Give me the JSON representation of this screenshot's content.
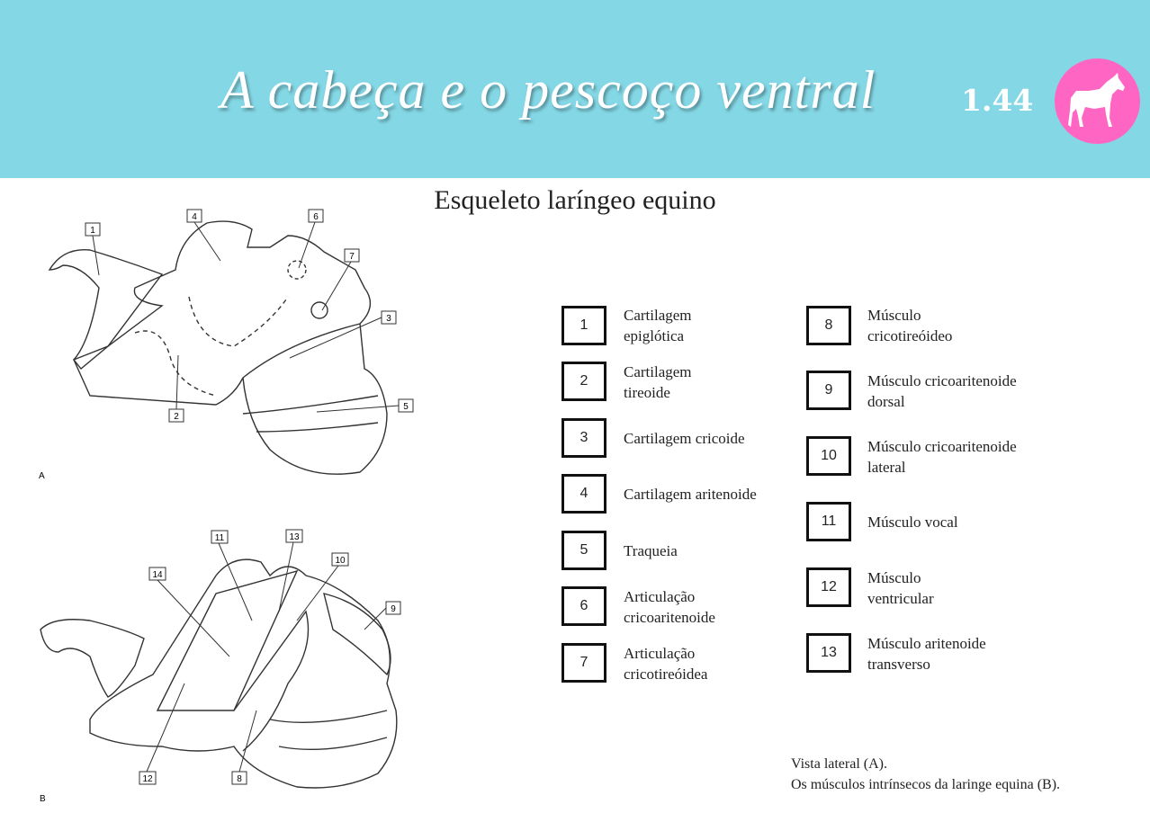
{
  "header": {
    "title": "A cabeça e o pescoço ventral",
    "page_number": "1.44",
    "icon": "horse-icon",
    "background_color": "#84d7e5",
    "badge_color": "#ff66c4"
  },
  "subtitle": "Esqueleto laríngeo equino",
  "figures": {
    "a": {
      "letter": "A",
      "labels": [
        "1",
        "2",
        "3",
        "4",
        "5",
        "6",
        "7"
      ]
    },
    "b": {
      "letter": "B",
      "labels": [
        "8",
        "9",
        "10",
        "11",
        "12",
        "13",
        "14"
      ]
    }
  },
  "legend": [
    {
      "number": "1",
      "text": "Cartilagem epiglótica"
    },
    {
      "number": "2",
      "text": "Cartilagem tireoide"
    },
    {
      "number": "3",
      "text": "Cartilagem cricoide"
    },
    {
      "number": "4",
      "text": "Cartilagem aritenoide"
    },
    {
      "number": "5",
      "text": "Traqueia"
    },
    {
      "number": "6",
      "text": "Articulação cricoaritenoide"
    },
    {
      "number": "7",
      "text": "Articulação cricotireóidea"
    },
    {
      "number": "8",
      "text": "Músculo cricotireóideo"
    },
    {
      "number": "9",
      "text": "Músculo cricoaritenoide dorsal"
    },
    {
      "number": "10",
      "text": "Músculo cricoaritenoide lateral"
    },
    {
      "number": "11",
      "text": "Músculo vocal"
    },
    {
      "number": "12",
      "text": "Músculo ventricular"
    },
    {
      "number": "13",
      "text": "Músculo aritenoide transverso"
    }
  ],
  "caption": {
    "line1": "Vista lateral (A).",
    "line2": "Os músculos intrínsecos da laringe equina (B)."
  }
}
